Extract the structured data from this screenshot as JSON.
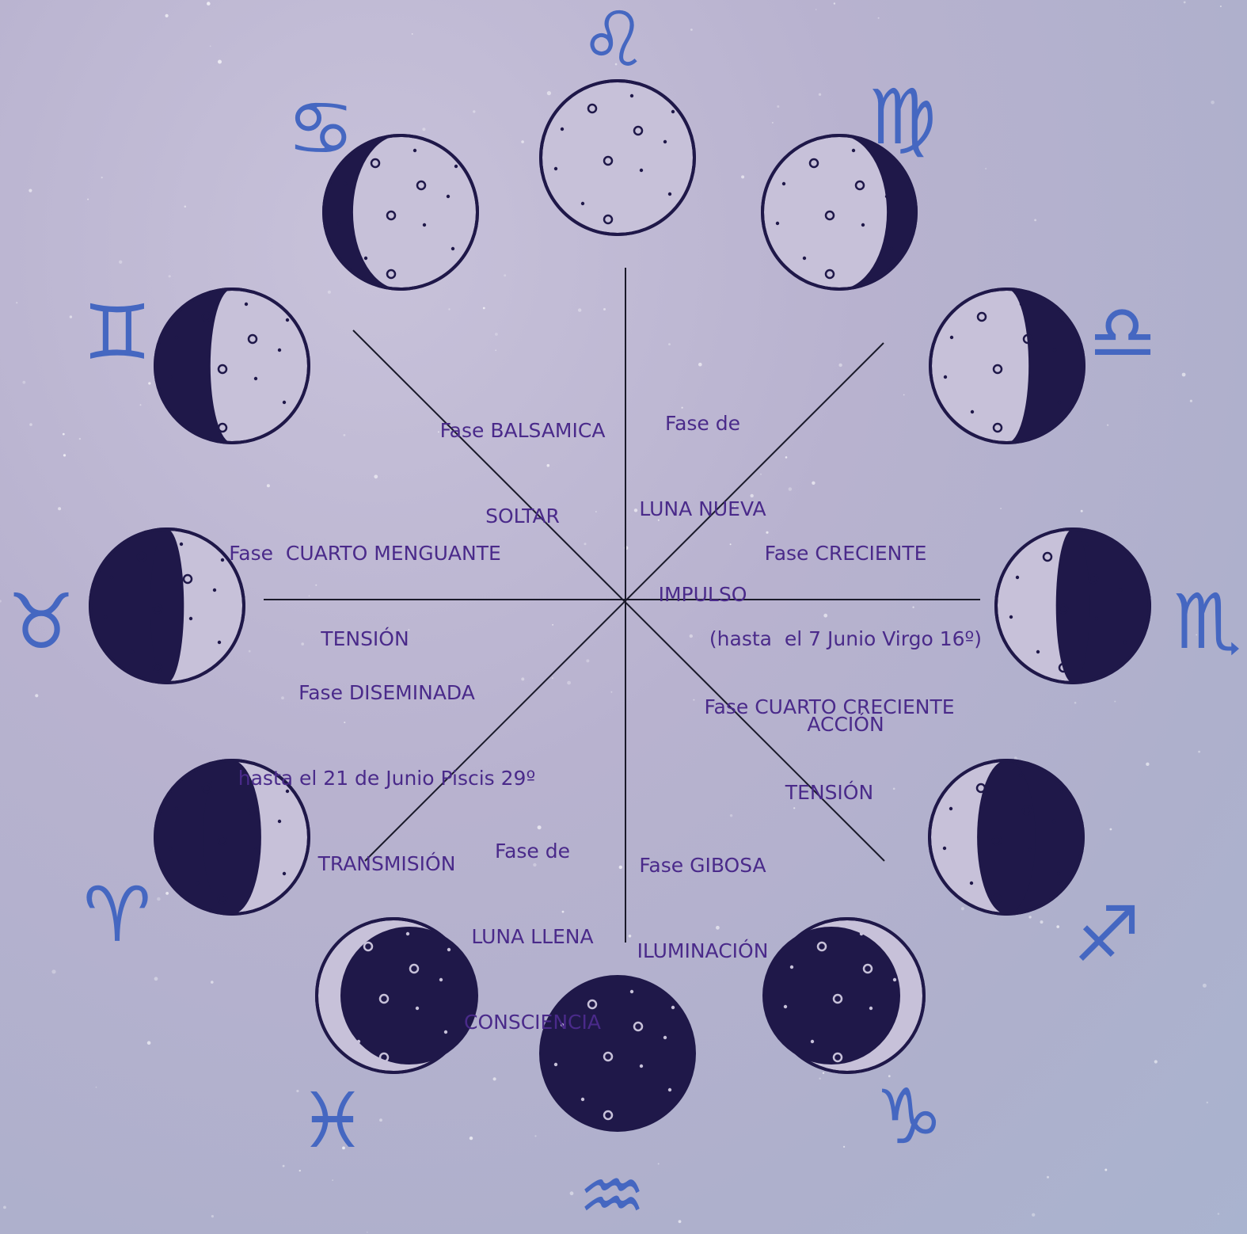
{
  "colors": {
    "moon_dark": "#1f1849",
    "moon_light": "#c7c1d9",
    "zodiac_blue": "#4567c1",
    "label_purple": "#4a2a8a",
    "divider": "#1a1a2a"
  },
  "phases": [
    {
      "id": "balsamica",
      "lines": [
        "Fase BALSAMICA",
        "SOLTAR"
      ]
    },
    {
      "id": "luna-nueva",
      "lines": [
        "Fase de",
        "LUNA NUEVA",
        "IMPULSO"
      ]
    },
    {
      "id": "cuarto-menguante",
      "lines": [
        "Fase  CUARTO MENGUANTE",
        "TENSIÓN"
      ]
    },
    {
      "id": "creciente",
      "lines": [
        "Fase CRECIENTE",
        "(hasta  el 7 Junio Virgo 16º)",
        "ACCIÓN"
      ]
    },
    {
      "id": "diseminada",
      "lines": [
        "Fase DISEMINADA",
        "hasta el 21 de Junio Piscis 29º",
        "TRANSMISIÓN"
      ]
    },
    {
      "id": "cuarto-creciente",
      "lines": [
        "Fase CUARTO CRECIENTE",
        "TENSIÓN"
      ]
    },
    {
      "id": "luna-llena",
      "lines": [
        "Fase de",
        "LUNA LLENA",
        "CONSCIENCIA"
      ]
    },
    {
      "id": "gibosa",
      "lines": [
        "Fase GIBOSA",
        "ILUMINACIÓN"
      ]
    }
  ],
  "moons": [
    {
      "name": "new-moon",
      "illumination": "new"
    },
    {
      "name": "waxing-sliver-moon",
      "illumination": "sliver-right"
    },
    {
      "name": "waxing-crescent-moon",
      "illumination": "crescent-right"
    },
    {
      "name": "first-quarter-moon",
      "illumination": "half-right"
    },
    {
      "name": "waxing-gibbous-moon",
      "illumination": "gibbous-right"
    },
    {
      "name": "full-moon-thin-left",
      "illumination": "near-full-left"
    },
    {
      "name": "full-moon",
      "illumination": "full"
    },
    {
      "name": "full-moon-thin-right",
      "illumination": "near-full-right"
    },
    {
      "name": "waning-gibbous-moon",
      "illumination": "gibbous-left"
    },
    {
      "name": "last-quarter-moon",
      "illumination": "half-left"
    },
    {
      "name": "waning-crescent-moon",
      "illumination": "crescent-left"
    },
    {
      "name": "waning-sliver-moon",
      "illumination": "sliver-left"
    }
  ],
  "zodiac": [
    {
      "name": "leo-icon",
      "glyph": "♌"
    },
    {
      "name": "virgo-icon",
      "glyph": "♍"
    },
    {
      "name": "libra-icon",
      "glyph": "♎"
    },
    {
      "name": "scorpio-icon",
      "glyph": "♏"
    },
    {
      "name": "sagittarius-icon",
      "glyph": "♐"
    },
    {
      "name": "capricorn-icon",
      "glyph": "♑"
    },
    {
      "name": "aquarius-icon",
      "glyph": "♒"
    },
    {
      "name": "pisces-icon",
      "glyph": "♓"
    },
    {
      "name": "aries-icon",
      "glyph": "♈"
    },
    {
      "name": "taurus-icon",
      "glyph": "♉"
    },
    {
      "name": "gemini-icon",
      "glyph": "♊"
    },
    {
      "name": "cancer-icon",
      "glyph": "♋"
    }
  ]
}
